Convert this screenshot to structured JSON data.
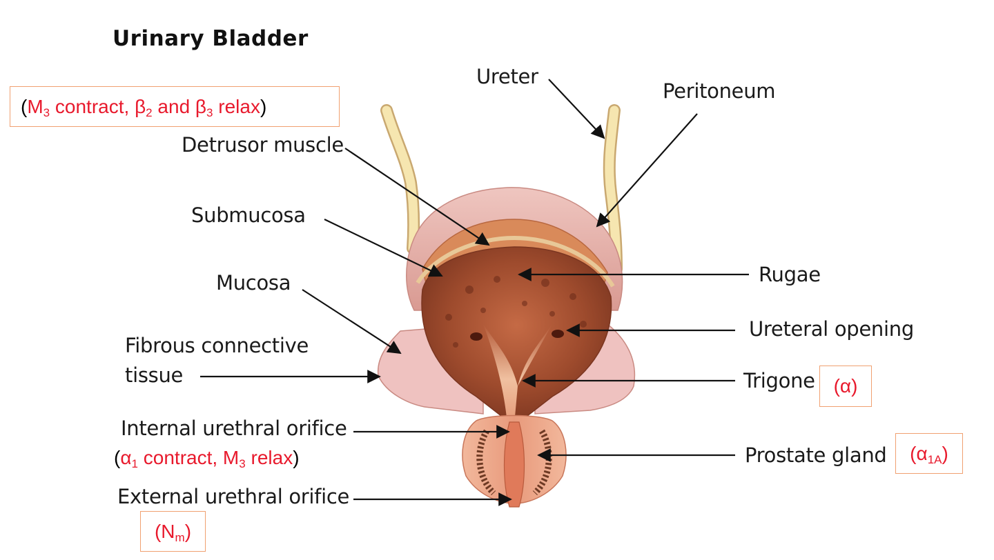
{
  "title": "Urinary Bladder",
  "labels": {
    "ureter": "Ureter",
    "peritoneum": "Peritoneum",
    "detrusor_muscle": "Detrusor muscle",
    "submucosa": "Submucosa",
    "mucosa": "Mucosa",
    "fibrous_line1": "Fibrous connective",
    "fibrous_line2": "tissue",
    "internal_orifice": "Internal urethral orifice",
    "external_orifice": "External urethral orifice",
    "rugae": "Rugae",
    "ureteral_opening": "Ureteral opening",
    "trigone": "Trigone",
    "prostate_gland": "Prostate gland"
  },
  "receptor_notes": {
    "detrusor": {
      "open": "(",
      "m": "M",
      "m_sub": "3",
      "contract": " contract, ",
      "b2": "β",
      "b2_sub": "2",
      "and": " and ",
      "b3": "β",
      "b3_sub": "3",
      "relax": " relax",
      "close": ")"
    },
    "internal_orifice": {
      "open": "(",
      "a": "α",
      "a_sub": "1",
      "contract": " contract, ",
      "m": "M",
      "m_sub": "3",
      "relax": " relax",
      "close": ")"
    },
    "trigone": {
      "text": "(α)"
    },
    "prostate": {
      "open": "(α",
      "sub": "1A",
      "close": ")"
    },
    "external_orifice": {
      "open": "(N",
      "sub": "m",
      "close": ")"
    }
  },
  "colors": {
    "receptor_text": "#e8192c",
    "box_border": "#f0a070",
    "ureter_fill": "#f3e0a0",
    "peritoneum": "#e8b4b0",
    "mucosa": "#9c4a2c",
    "detrusor": "#d98a5a"
  }
}
